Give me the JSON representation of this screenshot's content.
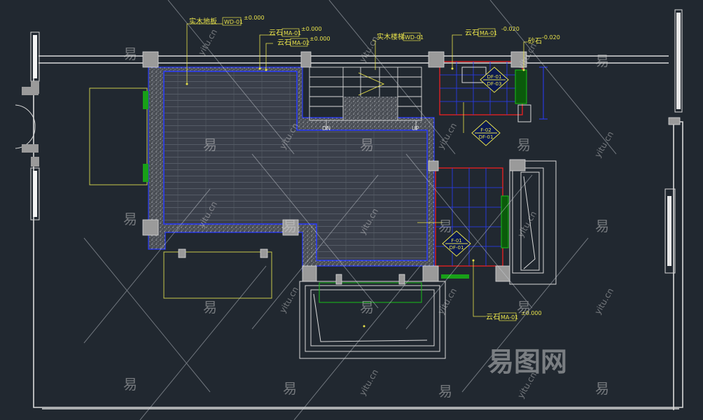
{
  "labels": {
    "wood_floor": "实木地板",
    "wood_floor_code": "WD-01",
    "wood_floor_level": "±0.000",
    "stone1": "云石",
    "stone1_code": "MA-01",
    "stone1_level": "±0.000",
    "stone2": "云石",
    "stone2_code": "MA-02",
    "stone2_level": "±0.000",
    "wood_stair": "实木楼梯",
    "wood_stair_code": "WD-01",
    "stone3": "云石",
    "stone3_code": "MA-01",
    "stone3_level": "-0.020",
    "stone4": "砂石",
    "stone4_level": "-0.020",
    "stone5": "云石",
    "stone5_code": "MA-01",
    "stone5_level": "±0.000",
    "dn": "DN",
    "up": "UP"
  },
  "markers": {
    "m1_top": "DF-01",
    "m1_bot": "DF-03",
    "m2_top": "F-02",
    "m2_bot": "DF-01",
    "m3_top": "F-01",
    "m3_bot": "DF-01"
  },
  "watermark": {
    "glyph": "易",
    "site": "yitu.cn",
    "brand": "易图网"
  },
  "colors": {
    "background": "#212830",
    "wall": "#d9d9d9",
    "floor": "#3a3f4a",
    "stone": "#6b6f75",
    "blue": "#2a3cff",
    "red": "#ff2020",
    "yellow": "#e8e24a",
    "green": "#18c018"
  }
}
